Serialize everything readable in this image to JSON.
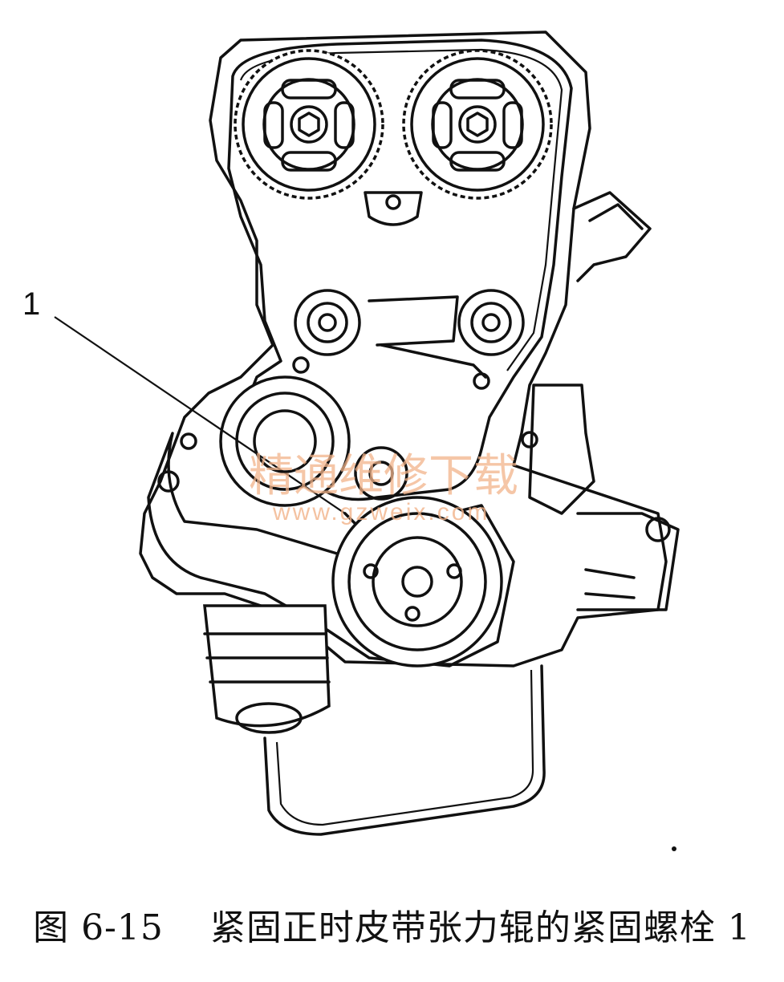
{
  "diagram": {
    "callout_label": "1",
    "watermark_text": "精通维修下载",
    "watermark_url": "www.gzweix.com",
    "line_color": "#111111",
    "watermark_color": "#f2b38a"
  },
  "caption": {
    "figure_number": "图 6-15",
    "text": "紧固正时皮带张力辊的紧固螺栓 1"
  }
}
